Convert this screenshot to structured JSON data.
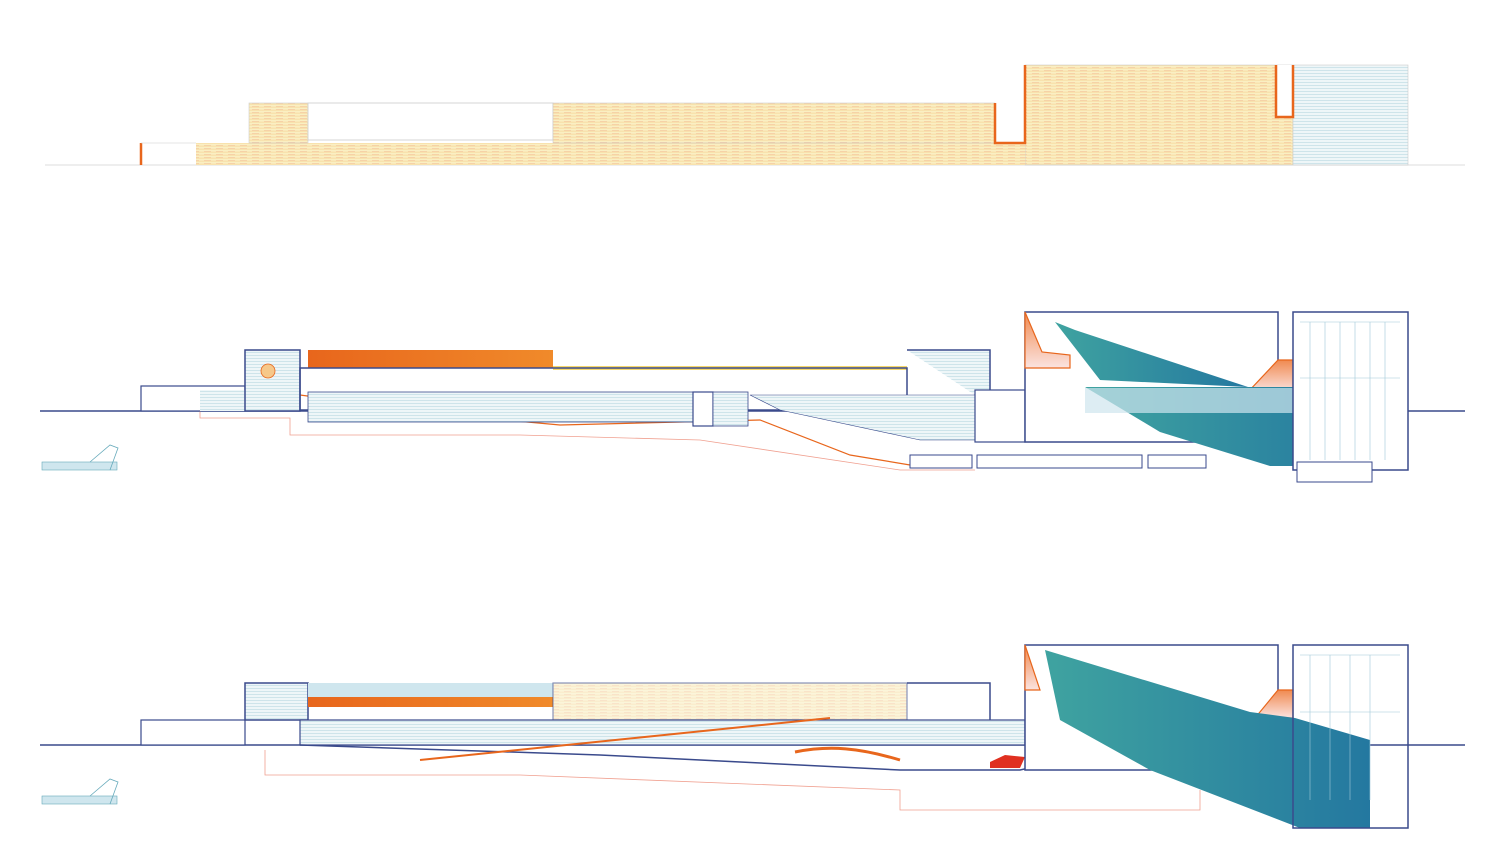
{
  "drawing": {
    "views": [
      "elevation",
      "section-a",
      "section-b"
    ],
    "colors": {
      "outline": "#3a4a8c",
      "accent_orange": "#e8661c",
      "seating_teal": "#2a8f9a",
      "facade_yellow": "#f6eab0",
      "glass_blue": "#cfe6ee",
      "ground_red": "#f0a090"
    }
  }
}
